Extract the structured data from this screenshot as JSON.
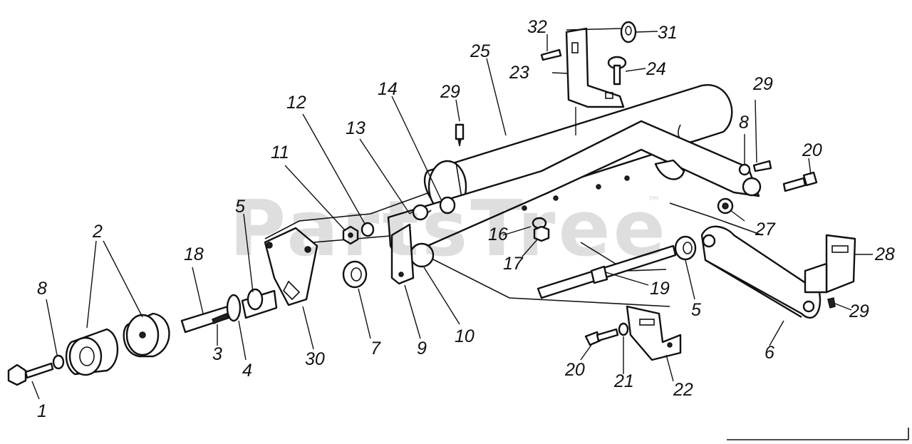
{
  "watermark": {
    "text": "PartsTree",
    "trademark": "™"
  },
  "callouts": [
    {
      "id": "callout-1",
      "label": "1"
    },
    {
      "id": "callout-2",
      "label": "2"
    },
    {
      "id": "callout-3",
      "label": "3"
    },
    {
      "id": "callout-4",
      "label": "4"
    },
    {
      "id": "callout-5-left",
      "label": "5"
    },
    {
      "id": "callout-5-right",
      "label": "5"
    },
    {
      "id": "callout-6",
      "label": "6"
    },
    {
      "id": "callout-7",
      "label": "7"
    },
    {
      "id": "callout-8-left",
      "label": "8"
    },
    {
      "id": "callout-8-right",
      "label": "8"
    },
    {
      "id": "callout-9",
      "label": "9"
    },
    {
      "id": "callout-10",
      "label": "10"
    },
    {
      "id": "callout-11",
      "label": "11"
    },
    {
      "id": "callout-12",
      "label": "12"
    },
    {
      "id": "callout-13",
      "label": "13"
    },
    {
      "id": "callout-14",
      "label": "14"
    },
    {
      "id": "callout-16",
      "label": "16"
    },
    {
      "id": "callout-17",
      "label": "17"
    },
    {
      "id": "callout-18",
      "label": "18"
    },
    {
      "id": "callout-19",
      "label": "19"
    },
    {
      "id": "callout-20-top",
      "label": "20"
    },
    {
      "id": "callout-20-bottom",
      "label": "20"
    },
    {
      "id": "callout-21",
      "label": "21"
    },
    {
      "id": "callout-22",
      "label": "22"
    },
    {
      "id": "callout-23",
      "label": "23"
    },
    {
      "id": "callout-24",
      "label": "24"
    },
    {
      "id": "callout-25",
      "label": "25"
    },
    {
      "id": "callout-27",
      "label": "27"
    },
    {
      "id": "callout-28",
      "label": "28"
    },
    {
      "id": "callout-29-top",
      "label": "29"
    },
    {
      "id": "callout-29-right",
      "label": "29"
    },
    {
      "id": "callout-29-bottom",
      "label": "29"
    },
    {
      "id": "callout-30",
      "label": "30"
    },
    {
      "id": "callout-31",
      "label": "31"
    },
    {
      "id": "callout-32",
      "label": "32"
    }
  ]
}
